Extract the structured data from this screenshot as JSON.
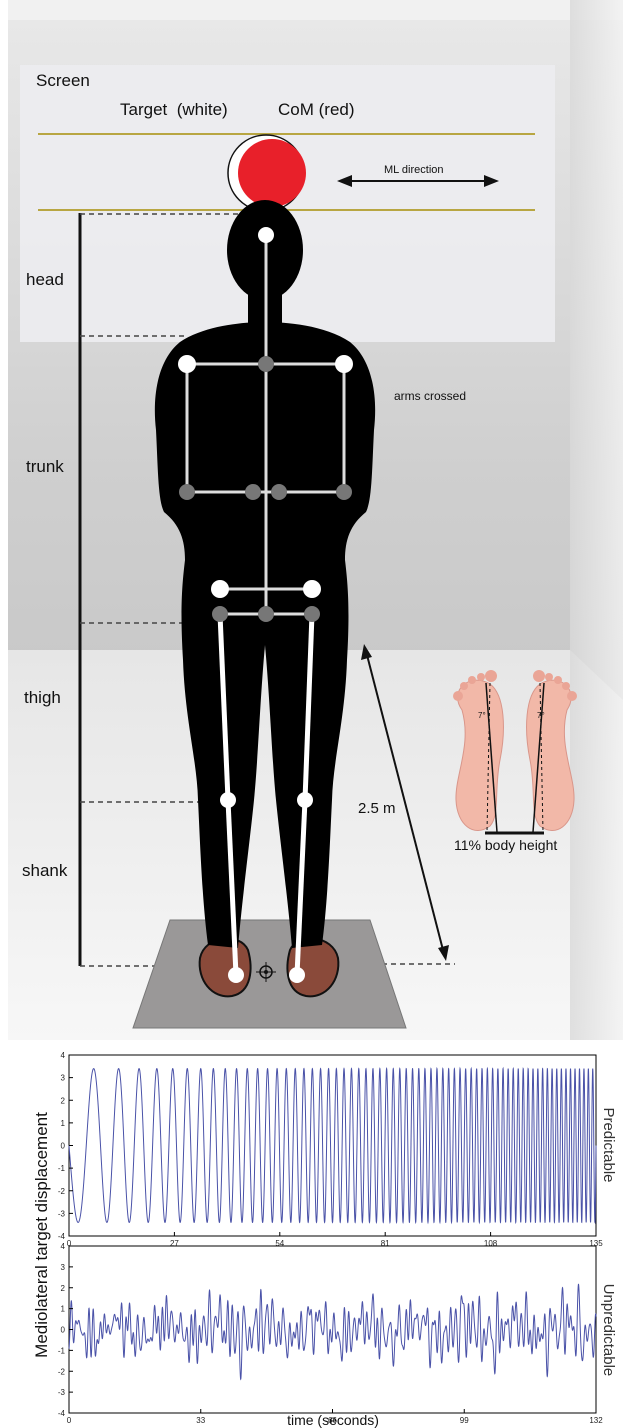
{
  "diagram": {
    "screen_label": "Screen",
    "target_label": "Target  (white)",
    "com_label": "CoM (red)",
    "ml_direction_label": "ML direction",
    "segments": [
      "head",
      "trunk",
      "thigh",
      "shank"
    ],
    "arms_label": "arms crossed",
    "distance_label": "2.5 m",
    "foot_label": "11% body height",
    "foot_angle_label": "7°",
    "colors": {
      "com": "#e8202a",
      "target_line": "#b8a642",
      "body": "#000000",
      "marker": "#ffffff",
      "joint_gray": "#777777",
      "plate": "#9a9898",
      "foot": "#8a4a3a",
      "skin": "#f2b8a8"
    }
  },
  "chart_data": {
    "type": "line",
    "ylabel": "Mediolateral target displacement",
    "xlabel": "time (seconds)",
    "color": "#4a52a8",
    "panels": [
      {
        "name": "Predictable",
        "xlim": [
          0,
          135
        ],
        "ylim": [
          -4,
          4
        ],
        "xticks": [
          0,
          27,
          54,
          81,
          108,
          135
        ],
        "yticks": [
          4,
          3,
          2,
          1,
          0,
          -1,
          -2,
          -3,
          -4
        ],
        "amplitude": 3.4,
        "start_frequency_hz": 0.1,
        "end_frequency_hz": 0.9
      },
      {
        "name": "Unpredictable",
        "xlim": [
          0,
          132
        ],
        "ylim": [
          -4,
          4
        ],
        "xticks": [
          0,
          33,
          66,
          99,
          132
        ],
        "yticks": [
          4,
          3,
          2,
          1,
          0,
          -1,
          -2,
          -3,
          -4
        ],
        "amplitude_range": [
          -3.4,
          3.6
        ]
      }
    ]
  }
}
